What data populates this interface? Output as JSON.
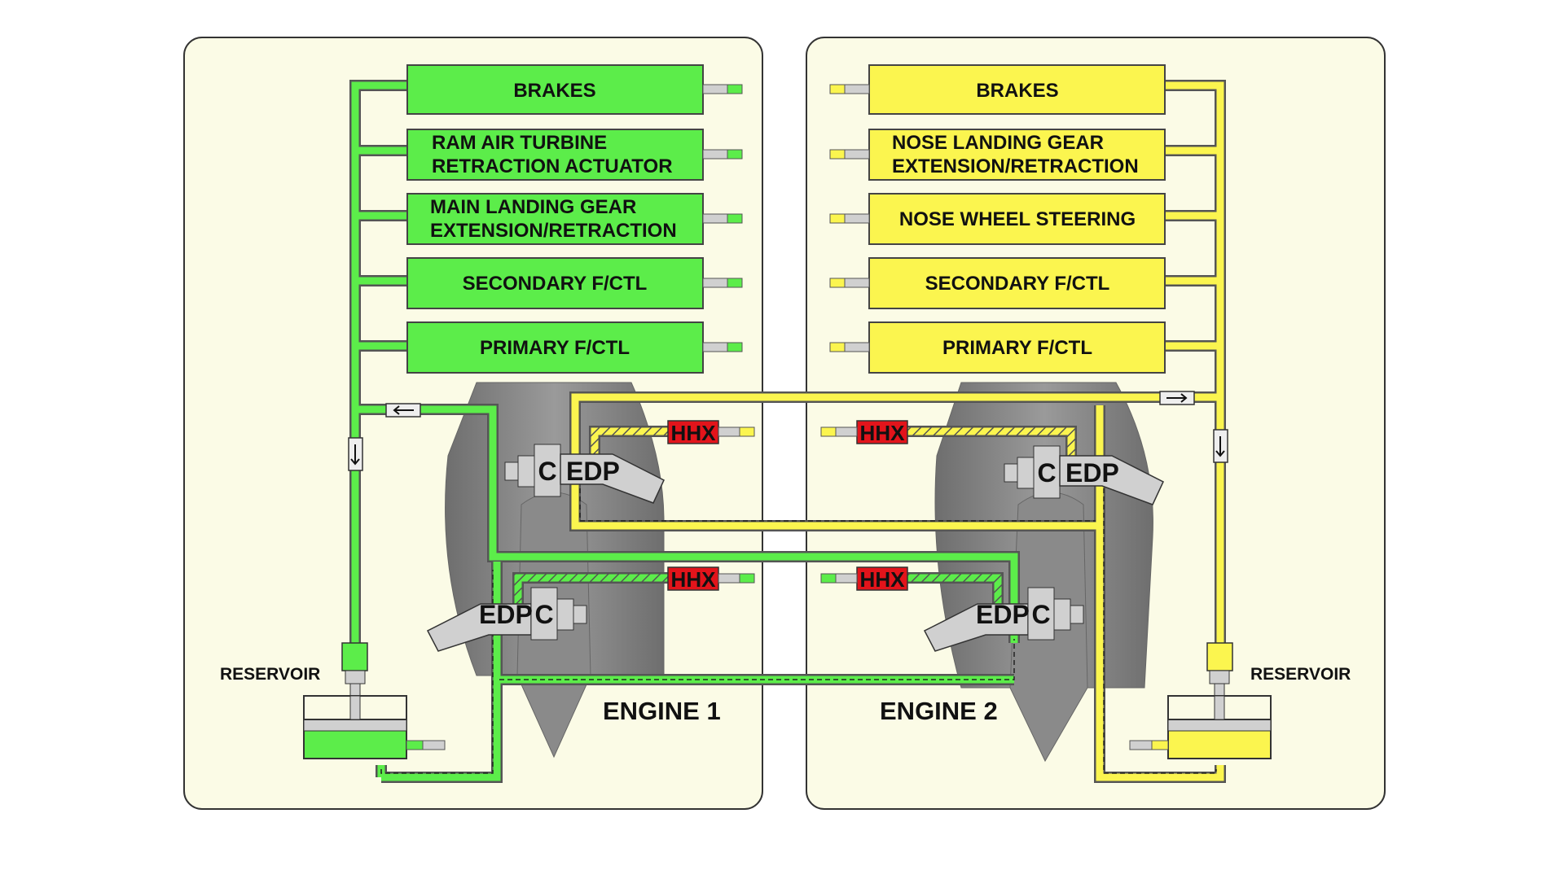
{
  "colors": {
    "green_system": "#5ced4a",
    "yellow_system": "#fbf54f",
    "panel_bg": "#fbfbe6",
    "hhx": "#e2141b",
    "engine_gray": "#808080",
    "component_gray": "#d0d0d0"
  },
  "left_system": {
    "consumers": [
      {
        "lines": [
          "BRAKES"
        ]
      },
      {
        "lines": [
          "RAM AIR TURBINE",
          "RETRACTION ACTUATOR"
        ]
      },
      {
        "lines": [
          "MAIN LANDING GEAR",
          "EXTENSION/RETRACTION"
        ]
      },
      {
        "lines": [
          "SECONDARY F/CTL"
        ]
      },
      {
        "lines": [
          "PRIMARY F/CTL"
        ]
      }
    ],
    "reservoir_label": "RESERVOIR"
  },
  "right_system": {
    "consumers": [
      {
        "lines": [
          "BRAKES"
        ]
      },
      {
        "lines": [
          "NOSE LANDING GEAR",
          "EXTENSION/RETRACTION"
        ]
      },
      {
        "lines": [
          "NOSE WHEEL STEERING"
        ]
      },
      {
        "lines": [
          "SECONDARY F/CTL"
        ]
      },
      {
        "lines": [
          "PRIMARY F/CTL"
        ]
      }
    ],
    "reservoir_label": "RESERVOIR"
  },
  "engines": [
    {
      "label": "ENGINE 1"
    },
    {
      "label": "ENGINE 2"
    }
  ],
  "pumps": {
    "edp_label": "EDP",
    "c_label": "C",
    "hhx_label": "HHX"
  }
}
